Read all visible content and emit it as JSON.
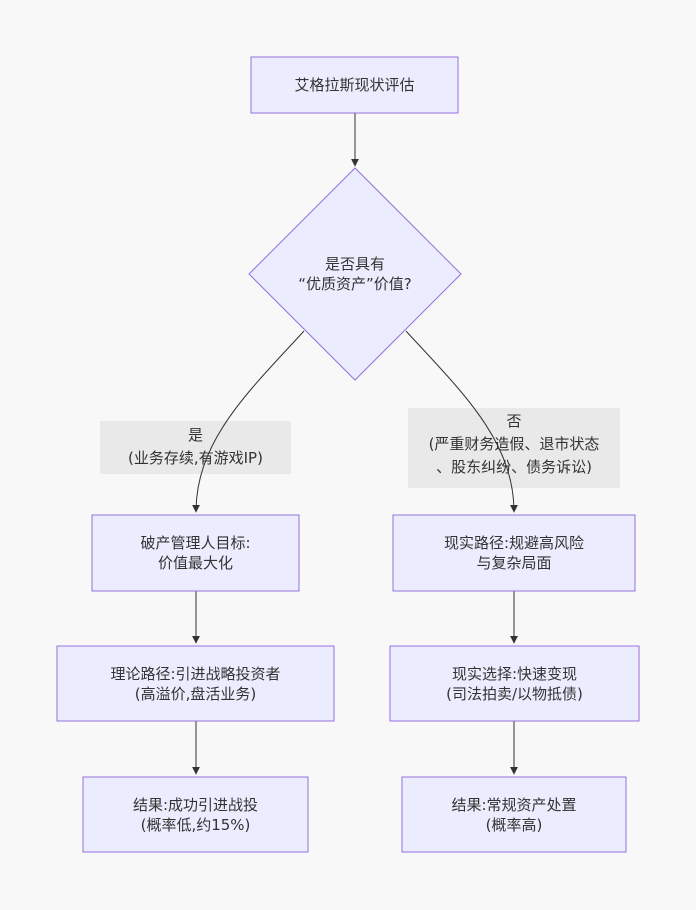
{
  "theme": {
    "background": "#f8f8f8",
    "node_fill": "#ececff",
    "node_stroke": "#9370db",
    "edge_color": "#333333",
    "edge_label_bg": "#e8e8e8",
    "text_color": "#333333"
  },
  "nodes": {
    "start": {
      "label": "艾格拉斯现状评估"
    },
    "decision": {
      "label": "是否具有\n“优质资产”价值?"
    },
    "yes_goal": {
      "label": "破产管理人目标:\n价值最大化"
    },
    "yes_path": {
      "label": "理论路径:引进战略投资者\n(高溢价,盘活业务)"
    },
    "yes_result": {
      "label": "结果:成功引进战投\n(概率低,约15%)"
    },
    "no_path": {
      "label": "现实路径:规避高风险\n与复杂局面"
    },
    "no_choice": {
      "label": "现实选择:快速变现\n(司法拍卖/以物抵债)"
    },
    "no_result": {
      "label": "结果:常规资产处置\n(概率高)"
    }
  },
  "edges": {
    "yes": {
      "label": "是\n(业务存续,有游戏IP)"
    },
    "no": {
      "label": "否\n(严重财务造假、退市状态\n、股东纠纷、债务诉讼)"
    }
  }
}
